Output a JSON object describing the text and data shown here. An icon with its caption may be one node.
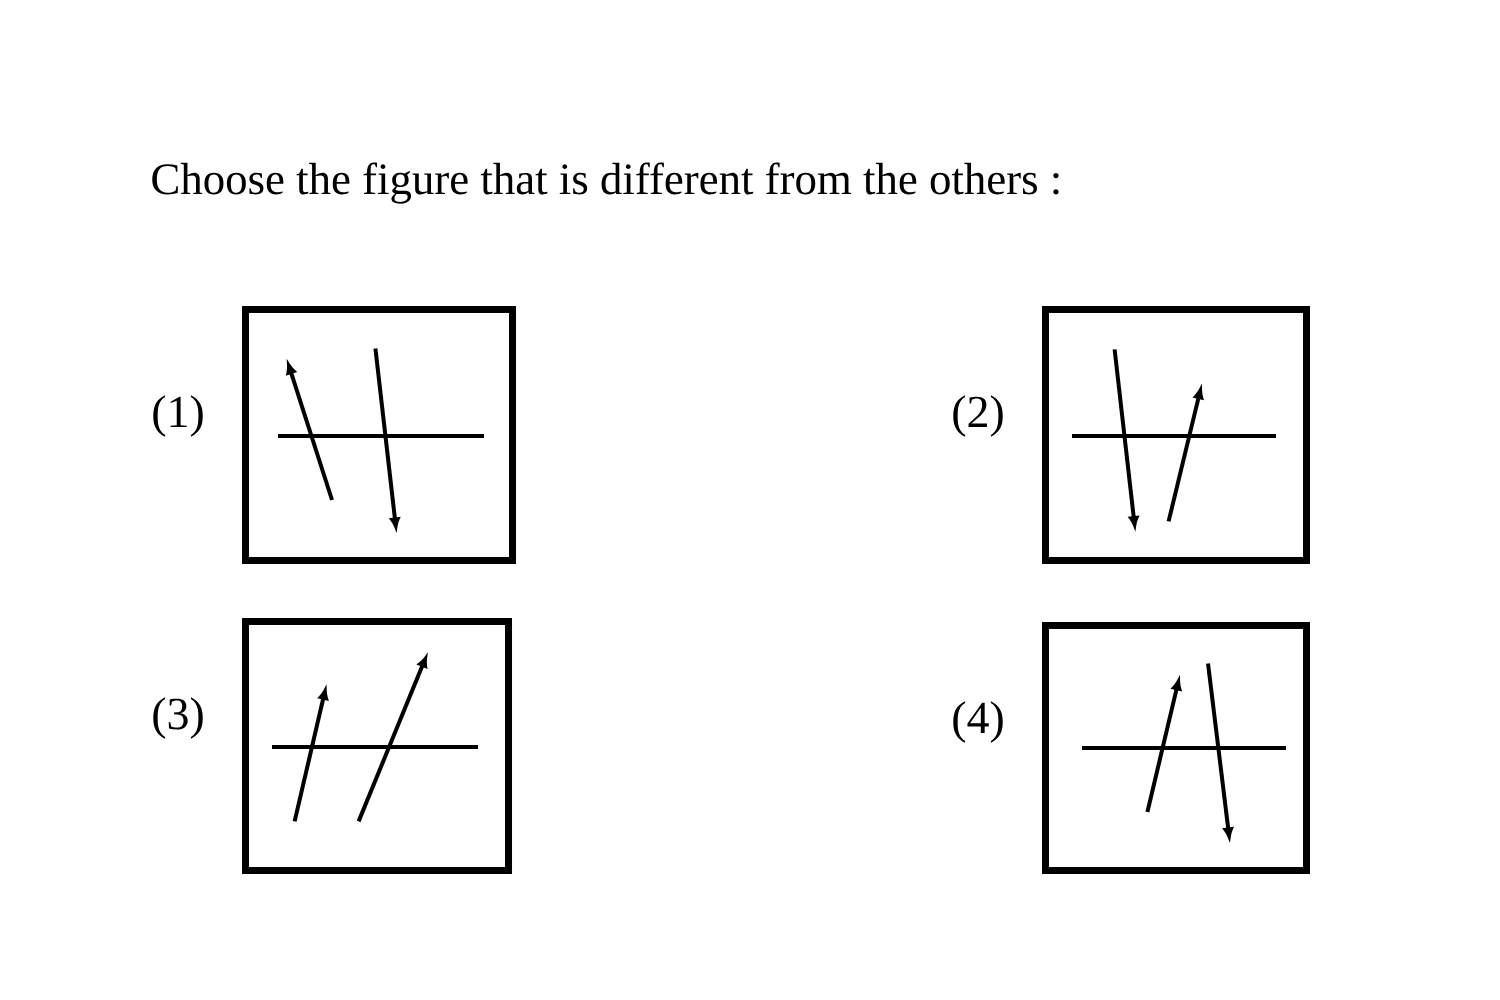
{
  "diagram": {
    "title": "Choose the figure that is different from the others :",
    "nodes": [
      {
        "text": [],
        "shape": "box",
        "beside": [
          "(1)"
        ]
      },
      {
        "text": [],
        "shape": "box",
        "beside": [
          "(2)"
        ]
      },
      {
        "text": [],
        "shape": "box",
        "beside": [
          "(3)"
        ]
      },
      {
        "text": [],
        "shape": "box",
        "beside": [
          "(4)"
        ]
      }
    ]
  }
}
